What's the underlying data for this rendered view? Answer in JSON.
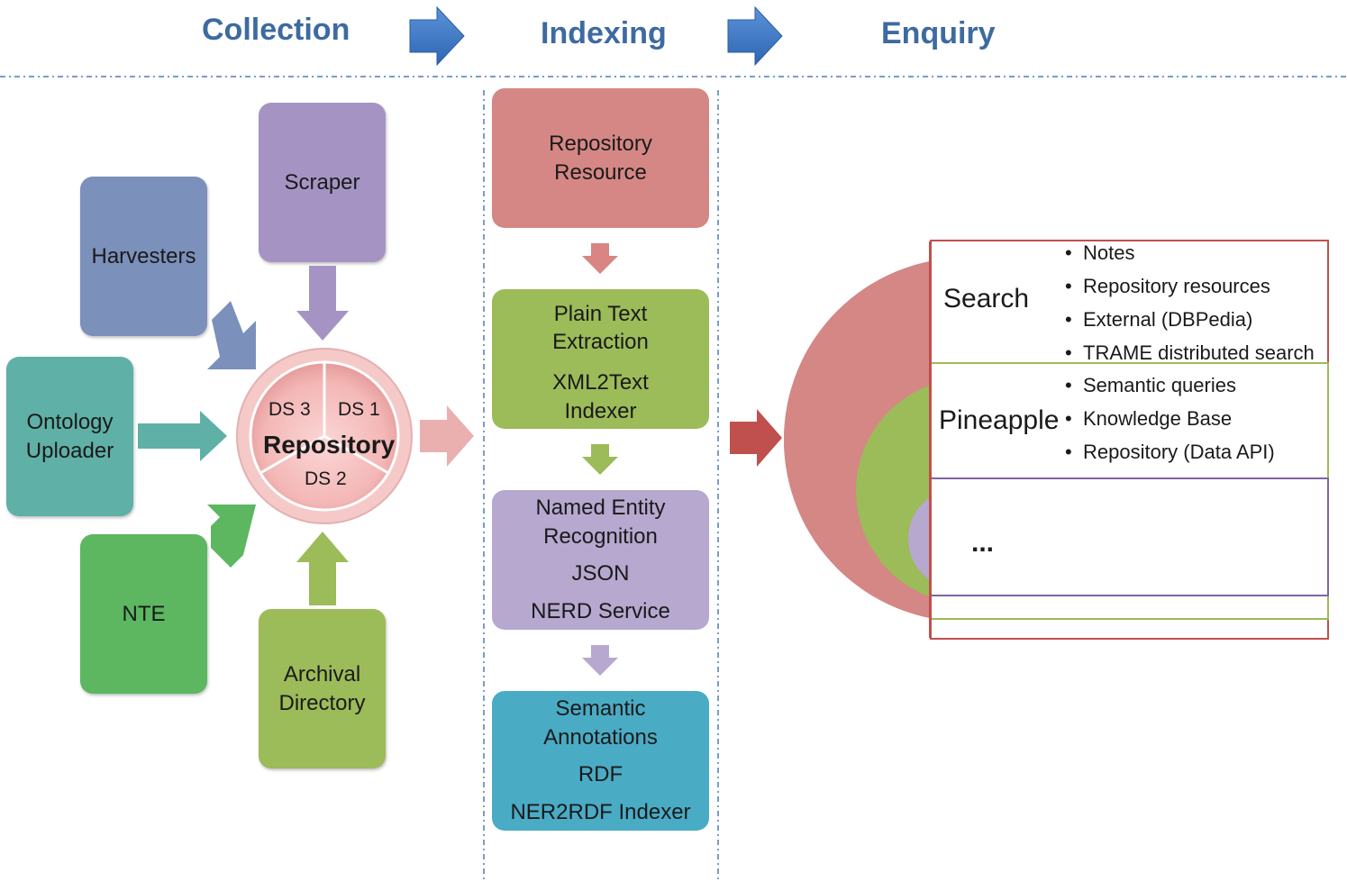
{
  "phases": {
    "collection": "Collection",
    "indexing": "Indexing",
    "enquiry": "Enquiry"
  },
  "collection": {
    "scraper": "Scraper",
    "harvesters": "Harvesters",
    "ontology_uploader": [
      "Ontology",
      "Uploader"
    ],
    "nte": "NTE",
    "archival_directory": [
      "Archival",
      "Directory"
    ],
    "repository": {
      "title": "Repository",
      "segments": [
        "DS 1",
        "DS 2",
        "DS 3"
      ]
    }
  },
  "indexing": {
    "steps": [
      {
        "lines": [
          "Repository",
          "Resource"
        ]
      },
      {
        "lines": [
          "Plain Text",
          "Extraction"
        ],
        "format": "",
        "tool": [
          "XML2Text",
          "Indexer"
        ]
      },
      {
        "lines": [
          "Named Entity",
          "Recognition"
        ],
        "format": "JSON",
        "tool": [
          "NERD Service"
        ]
      },
      {
        "lines": [
          "Semantic",
          "Annotations"
        ],
        "format": "RDF",
        "tool": [
          "NER2RDF Indexer"
        ]
      }
    ]
  },
  "enquiry": {
    "search": {
      "label": "Search",
      "items": [
        "Notes",
        "Repository resources",
        "External (DBPedia)",
        "TRAME distributed search"
      ]
    },
    "pineapple": {
      "label": "Pineapple",
      "items": [
        "Semantic queries",
        "Knowledge Base",
        "Repository (Data API)"
      ]
    },
    "more": {
      "label": "..."
    }
  },
  "colors": {
    "title": "#3d6aa1",
    "arrow_blue": "#3d78c8",
    "scraper": "#a594c3",
    "harvesters": "#7b90bb",
    "ontology": "#5fb0a6",
    "nte": "#5cb760",
    "archival": "#9cbb59",
    "resource": "#d48784",
    "plaintext": "#9cbb59",
    "ner": "#b6a8cf",
    "semantic": "#4aabc5",
    "search_red": "#c0504d",
    "pineapple_green": "#9cbb59",
    "more_purple": "#8064a2"
  }
}
